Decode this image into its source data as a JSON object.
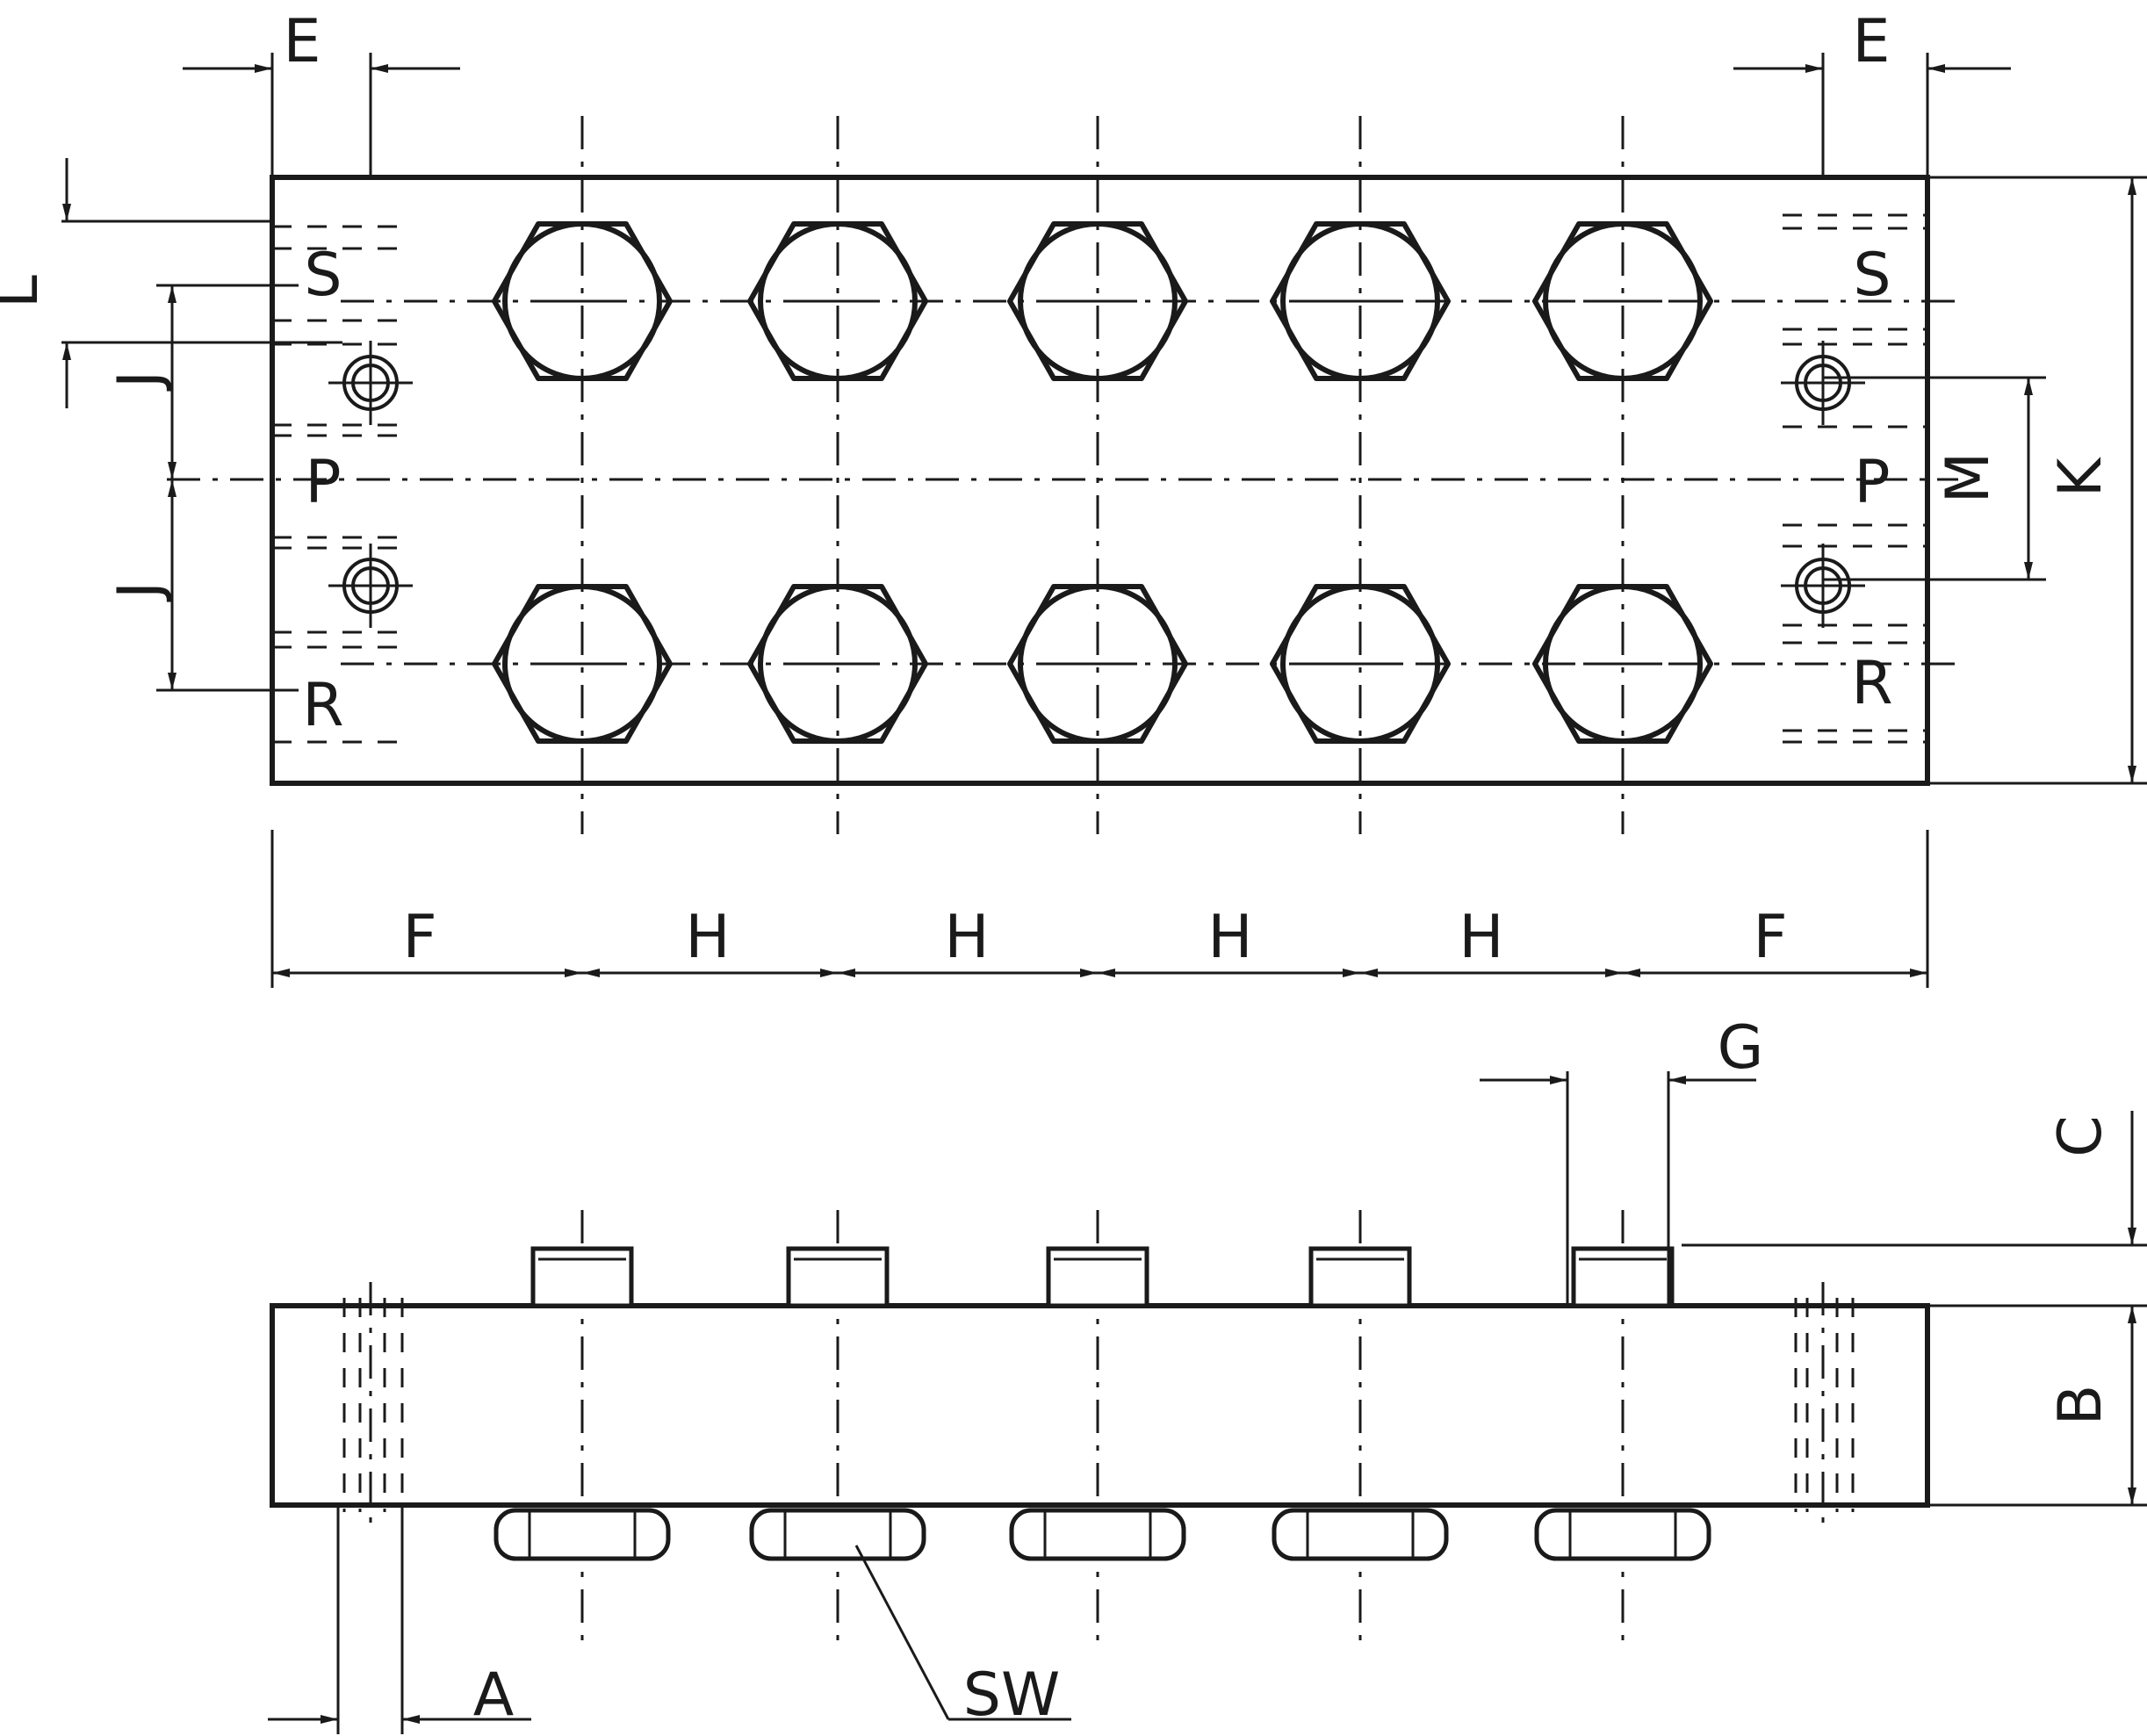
{
  "labels": {
    "E": "E",
    "L": "L",
    "S": "S",
    "J": "J",
    "P": "P",
    "R": "R",
    "M": "M",
    "K": "K",
    "F": "F",
    "H": "H",
    "G": "G",
    "C": "C",
    "B": "B",
    "A": "A",
    "SW": "SW"
  },
  "ports_per_row": 5,
  "colors": {
    "line": "#1a1a1a",
    "background": "#ffffff"
  }
}
